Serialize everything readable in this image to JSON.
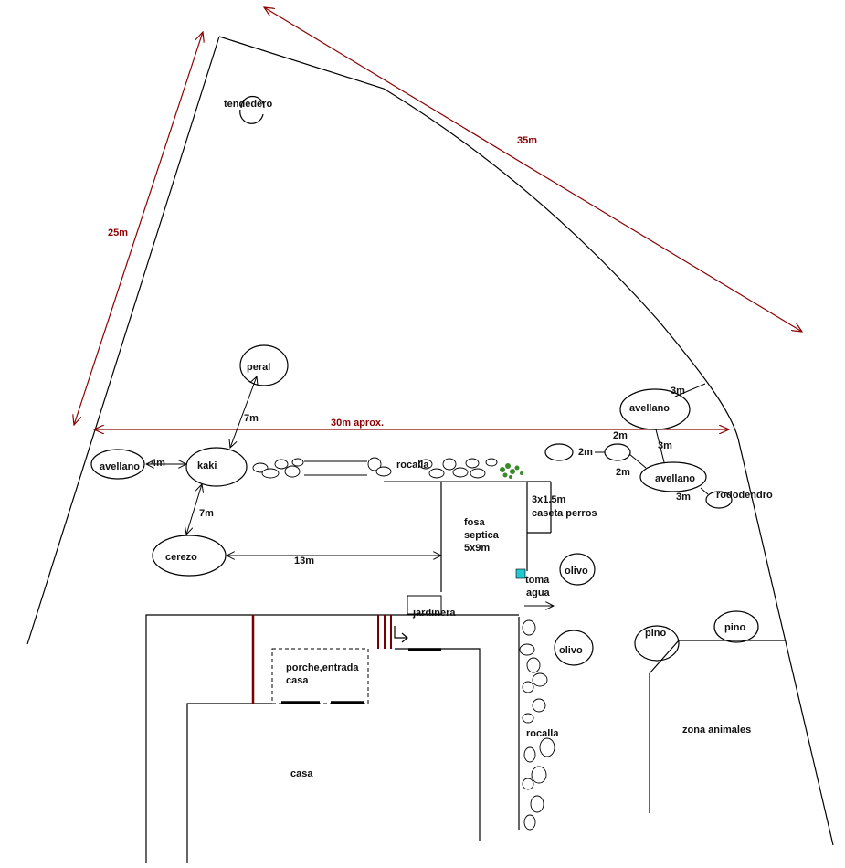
{
  "colors": {
    "line": "#000000",
    "dimension": "#8b0000",
    "tap": "#22c8d2",
    "shrub": "#3a8a2a",
    "background": "#ffffff"
  },
  "dimensions": {
    "left_side": "25m",
    "diagonal": "35m",
    "width": "30m aprox.",
    "peral_kaki": "7m",
    "kaki_cerezo": "7m",
    "avellano_kaki": "4m",
    "cerezo_fosa": "13m",
    "avellano_curve": "3m",
    "circle_pair": "2m",
    "small_link": "2m",
    "lower_link": "2m",
    "avellano_avellano": "3m",
    "avellano_rododendro": "3m"
  },
  "trees": {
    "tendedero": "tendedero",
    "peral": "peral",
    "kaki": "kaki",
    "avellano_left": "avellano",
    "cerezo": "cerezo",
    "avellano_top_right": "avellano",
    "avellano_bottom_right": "avellano",
    "rododendro": "rododendro",
    "olivo_top": "olivo",
    "olivo_bottom": "olivo",
    "pino_left": "pino",
    "pino_right": "pino"
  },
  "areas": {
    "rocalla_top": "rocalla",
    "rocalla_side": "rocalla",
    "fosa_line1": "fosa",
    "fosa_line2": "septica",
    "fosa_line3": "5x9m",
    "caseta_line1": "3x1.5m",
    "caseta_line2": "caseta perros",
    "toma_line1": "toma",
    "toma_line2": "agua",
    "jardinera": "jardinera",
    "porche_line1": "porche,entrada",
    "porche_line2": "casa",
    "casa": "casa",
    "zona_animales": "zona animales"
  }
}
